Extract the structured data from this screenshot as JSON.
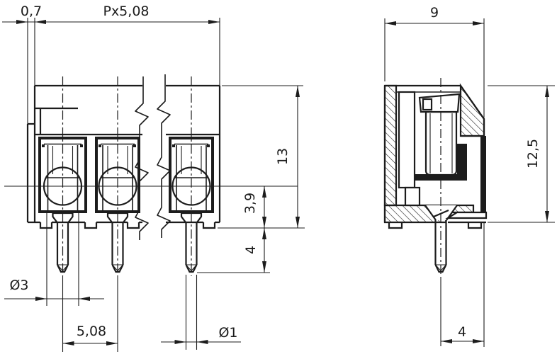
{
  "drawing": {
    "kind": "terminal-block-dimension-drawing",
    "colors": {
      "line": "#1c1c1c",
      "background": "#ffffff"
    },
    "views": {
      "front": "front-section-view",
      "side": "side-section-view"
    }
  },
  "dimensions": {
    "left_margin": "0,7",
    "total_width": "Px5,08",
    "side_width": "9",
    "overall_height": "13",
    "pin_shoulder": "3,9",
    "pin_length": "4",
    "body_height": "12,5",
    "screw_diameter": "Ø3",
    "pitch": "5,08",
    "pin_diameter": "Ø1",
    "pin_to_edge": "4"
  }
}
